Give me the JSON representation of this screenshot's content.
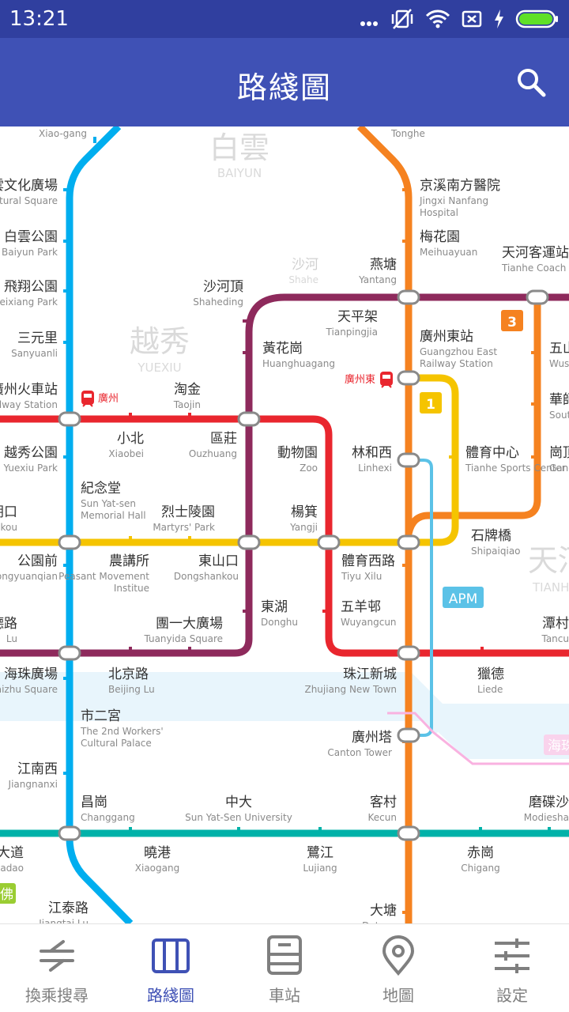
{
  "status_bar": {
    "time": "13:21"
  },
  "app_bar": {
    "title": "路綫圖"
  },
  "map": {
    "districts": [
      {
        "zh": "白雲",
        "en": "BAIYUN"
      },
      {
        "zh": "越秀",
        "en": "YUEXIU"
      },
      {
        "zh": "天河",
        "en": "TIANHE"
      }
    ],
    "line_badges": [
      "1",
      "3",
      "APM"
    ],
    "train_labels": [
      "廣州",
      "廣州東"
    ],
    "river_label": "海珠",
    "foshan_badge": "佛",
    "stations": [
      {
        "zh": "",
        "en": "Xiao-gang"
      },
      {
        "zh": "",
        "en": "Tonghe"
      },
      {
        "zh": "雲文化廣場",
        "en": "ultural Square"
      },
      {
        "zh": "京溪南方醫院",
        "en": "Jingxi Nanfang Hospital"
      },
      {
        "zh": "白雲公園",
        "en": "Baiyun Park"
      },
      {
        "zh": "梅花園",
        "en": "Meihuayuan"
      },
      {
        "zh": "天河客運站",
        "en": "Tianhe Coach Terminal"
      },
      {
        "zh": "飛翔公園",
        "en": "Feixiang Park"
      },
      {
        "zh": "沙河",
        "en": "Shahe"
      },
      {
        "zh": "燕塘",
        "en": "Yantang"
      },
      {
        "zh": "沙河頂",
        "en": "Shaheding"
      },
      {
        "zh": "三元里",
        "en": "Sanyuanli"
      },
      {
        "zh": "天平架",
        "en": "Tianpingjia"
      },
      {
        "zh": "黃花崗",
        "en": "Huanghuagang"
      },
      {
        "zh": "廣州東站",
        "en": "Guangzhou East Railway Station"
      },
      {
        "zh": "五山",
        "en": "Wush"
      },
      {
        "zh": "廣州火車站",
        "en": "ailway Station"
      },
      {
        "zh": "淘金",
        "en": "Taojin"
      },
      {
        "zh": "華師",
        "en": "Sout"
      },
      {
        "zh": "越秀公園",
        "en": "Yuexiu Park"
      },
      {
        "zh": "小北",
        "en": "Xiaobei"
      },
      {
        "zh": "區莊",
        "en": "Ouzhuang"
      },
      {
        "zh": "動物園",
        "en": "Zoo"
      },
      {
        "zh": "林和西",
        "en": "Linhexi"
      },
      {
        "zh": "體育中心",
        "en": "Tianhe Sports Center"
      },
      {
        "zh": "崗頂",
        "en": "Gang"
      },
      {
        "zh": "紀念堂",
        "en": "Sun Yat-sen Memorial Hall"
      },
      {
        "zh": "烈士陵園",
        "en": "Martyrs' Park"
      },
      {
        "zh": "楊箕",
        "en": "Yangji"
      },
      {
        "zh": "朝口",
        "en": "nkou"
      },
      {
        "zh": "石牌橋",
        "en": "Shipaiqiao"
      },
      {
        "zh": "公園前",
        "en": "Gongyuanqian"
      },
      {
        "zh": "農講所",
        "en": "Peasant Movement Institue"
      },
      {
        "zh": "東山口",
        "en": "Dongshankou"
      },
      {
        "zh": "體育西路",
        "en": "Tiyu Xilu"
      },
      {
        "zh": "東湖",
        "en": "Donghu"
      },
      {
        "zh": "五羊邨",
        "en": "Wuyangcun"
      },
      {
        "zh": "德路",
        "en": "Lu"
      },
      {
        "zh": "團一大廣場",
        "en": "Tuanyida Square"
      },
      {
        "zh": "潭村",
        "en": "Tancu"
      },
      {
        "zh": "海珠廣場",
        "en": "Haizhu Square"
      },
      {
        "zh": "北京路",
        "en": "Beijing Lu"
      },
      {
        "zh": "珠江新城",
        "en": "Zhujiang New Town"
      },
      {
        "zh": "獵德",
        "en": "Liede"
      },
      {
        "zh": "市二宮",
        "en": "The 2nd Workers' Cultural Palace"
      },
      {
        "zh": "廣州塔",
        "en": "Canton Tower"
      },
      {
        "zh": "江南西",
        "en": "Jiangnanxi"
      },
      {
        "zh": "昌崗",
        "en": "Changgang"
      },
      {
        "zh": "中大",
        "en": "Sun Yat-Sen University"
      },
      {
        "zh": "客村",
        "en": "Kecun"
      },
      {
        "zh": "磨碟沙",
        "en": "Modiesha"
      },
      {
        "zh": "大道",
        "en": "Dadao"
      },
      {
        "zh": "曉港",
        "en": "Xiaogang"
      },
      {
        "zh": "鷺江",
        "en": "Lujiang"
      },
      {
        "zh": "赤崗",
        "en": "Chigang"
      },
      {
        "zh": "江泰路",
        "en": "Jiangtai Lu"
      },
      {
        "zh": "大塘",
        "en": "Datang"
      }
    ]
  },
  "bottom_nav": {
    "items": [
      {
        "label": "換乘搜尋",
        "icon": "transfer-icon",
        "active": false
      },
      {
        "label": "路綫圖",
        "icon": "map-book-icon",
        "active": true
      },
      {
        "label": "車站",
        "icon": "station-icon",
        "active": false
      },
      {
        "label": "地圖",
        "icon": "location-pin-icon",
        "active": false
      },
      {
        "label": "設定",
        "icon": "settings-sliders-icon",
        "active": false
      }
    ]
  },
  "colors": {
    "status_bar": "#303F9F",
    "app_bar": "#3F51B5",
    "line1": "#F5C400",
    "line2": "#00AEEF",
    "line3": "#F58220",
    "line5": "#E9262E",
    "line6": "#8E2A5C",
    "line8": "#00B2A9",
    "apm": "#5BC2E7"
  }
}
